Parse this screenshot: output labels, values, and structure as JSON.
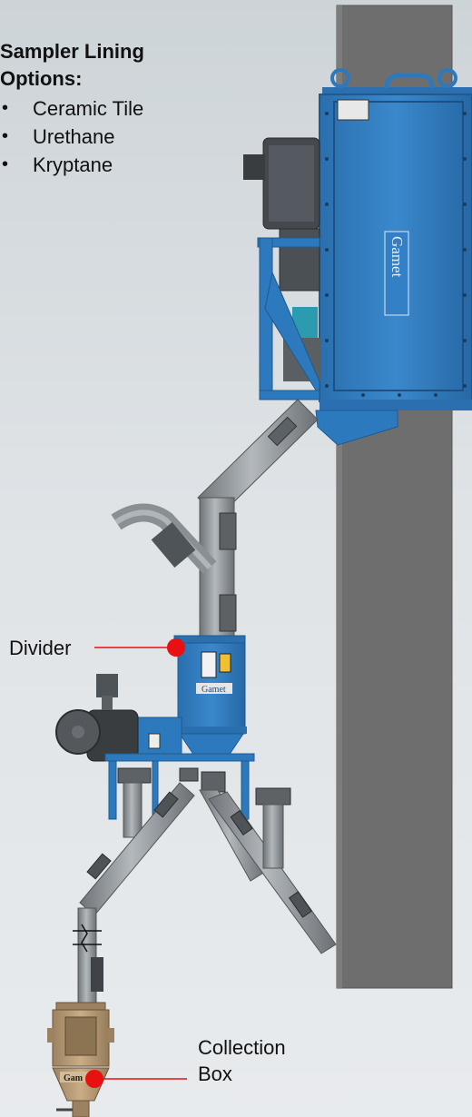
{
  "options": {
    "title": "Sampler Lining\nOptions:",
    "items": [
      "Ceramic Tile",
      "Urethane",
      "Kryptane"
    ]
  },
  "callouts": {
    "divider": "Divider",
    "collection_line1": "Collection",
    "collection_line2": "Box"
  },
  "branding": {
    "sampler_text": "Gamet",
    "divider_text": "Gamet",
    "box_text": "Gam"
  },
  "colors": {
    "equipment_blue": "#2d79bd",
    "pipe_gray": "#8a8f94",
    "column_gray": "#6e6e6e",
    "callout_red": "#e81010",
    "motor_dark": "#3a3d40",
    "box_tan": "#b59a74"
  }
}
